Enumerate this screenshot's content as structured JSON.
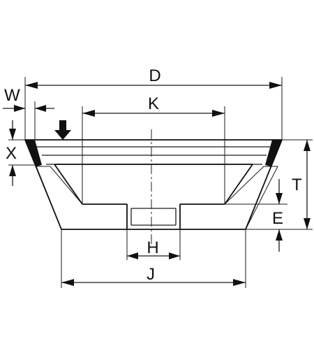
{
  "dimensions": {
    "D": "D",
    "K": "K",
    "W": "W",
    "X": "X",
    "T": "T",
    "E": "E",
    "H": "H",
    "J": "J"
  }
}
